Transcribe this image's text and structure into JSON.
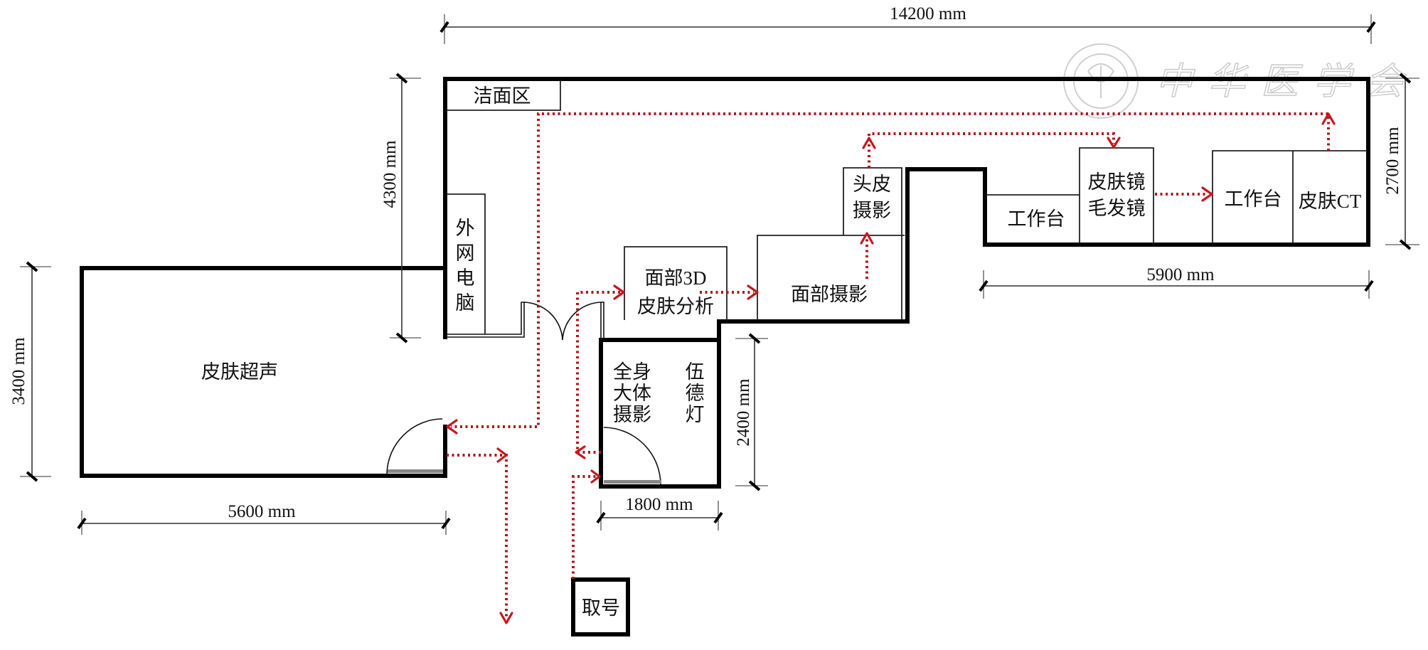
{
  "title": "皮肤影像中心平面布局与就诊流线示意图",
  "watermark": {
    "text": "中华医学会",
    "logo": "chinese-medical-association-logo"
  },
  "rooms": {
    "ultrasound": "皮肤超声",
    "face_wash": "洁面区",
    "external_pc": [
      "外",
      "网",
      "电",
      "脑"
    ],
    "face_3d": [
      "面部3D",
      "皮肤分析"
    ],
    "face_photo": "面部摄影",
    "scalp_photo": [
      "头皮",
      "摄影"
    ],
    "workbench_1": "工作台",
    "dermoscope": [
      "皮肤镜",
      "毛发镜"
    ],
    "workbench_2": "工作台",
    "skin_ct": "皮肤CT",
    "full_body": [
      "全身",
      "大体",
      "摄影"
    ],
    "wood_lamp": [
      "伍",
      "德",
      "灯"
    ],
    "ticket": "取号"
  },
  "dimensions": {
    "total_width": "14200 mm",
    "left_height": "4300 mm",
    "ultrasound_height": "3400 mm",
    "ultrasound_width": "5600 mm",
    "full_body_width": "1800 mm",
    "full_body_height": "2400 mm",
    "right_width": "5900 mm",
    "right_height": "2700 mm"
  },
  "colors": {
    "wall": "#000000",
    "flow_path": "#b5121b",
    "arrow": "#c8161d",
    "watermark": "#c9c9c9"
  },
  "flow": {
    "description": "patient flow path (red dotted arrows)",
    "legend": []
  }
}
